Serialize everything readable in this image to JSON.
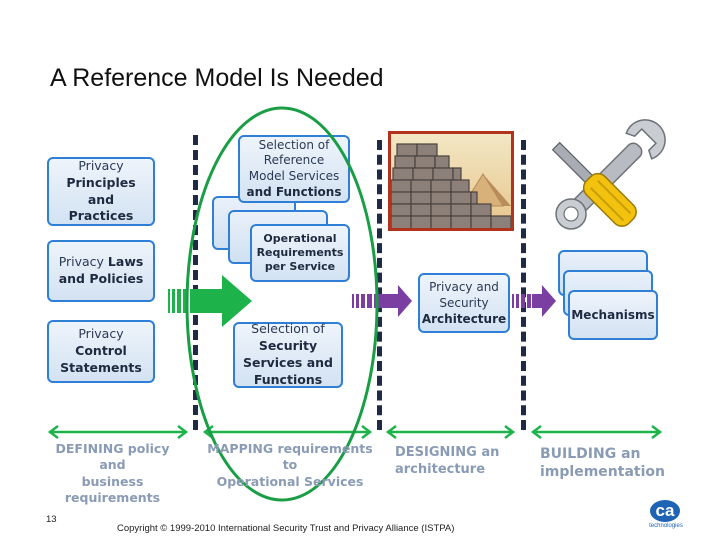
{
  "slide": {
    "title": "A Reference Model Is Needed",
    "page_number": "13",
    "copyright": "Copyright © 1999-2010 International Security Trust and Privacy Alliance (ISTPA)"
  },
  "left_boxes": [
    {
      "lines": [
        {
          "t": "Privacy",
          "b": false
        },
        {
          "t": "Principles",
          "b": true
        },
        {
          "t": "and",
          "b": true
        },
        {
          "t": "Practices",
          "b": true
        }
      ]
    },
    {
      "lines": [
        {
          "t": "Privacy ",
          "b": false,
          "inline": true
        },
        {
          "t": "Laws",
          "b": true
        },
        {
          "t": "and Policies",
          "b": true
        }
      ]
    },
    {
      "lines": [
        {
          "t": "Privacy",
          "b": false
        },
        {
          "t": "Control",
          "b": true
        },
        {
          "t": "Statements",
          "b": true
        }
      ]
    }
  ],
  "mapping_boxes": {
    "reference": "Selection of Reference Model Services and Functions",
    "reference_lines": [
      "Selection of",
      "Reference",
      "Model Services",
      "and Functions"
    ],
    "operational_lines": [
      "Operational",
      "Requirements",
      "per Service"
    ],
    "security_lines": [
      "Selection of",
      "Security",
      "Services and",
      "Functions"
    ]
  },
  "architecture_box": {
    "lines": [
      "Privacy and",
      "Security",
      "Architecture"
    ]
  },
  "mechanisms_box": {
    "label": "Mechanisms"
  },
  "phases": [
    {
      "lines": [
        "DEFINING policy and",
        "business",
        "requirements"
      ]
    },
    {
      "lines": [
        "MAPPING requirements to",
        "Operational Services"
      ]
    },
    {
      "lines": [
        "DESIGNING an",
        "architecture"
      ]
    },
    {
      "lines": [
        "BUILDING an",
        "implementation"
      ]
    }
  ],
  "logo": {
    "letters": "ca",
    "caption": "technologies"
  },
  "colors": {
    "box_border": "#2f7fd6",
    "box_fill": "#dde8f5",
    "green_accent": "#1db34a",
    "purple_accent": "#7a3fa0",
    "phase_text": "#8a9bb5",
    "divider": "#1f2a44",
    "logo_blue": "#1f63b5"
  },
  "icons": [
    "brick-pyramid-icon",
    "wrench-screwdriver-icon",
    "ca-logo-icon"
  ]
}
